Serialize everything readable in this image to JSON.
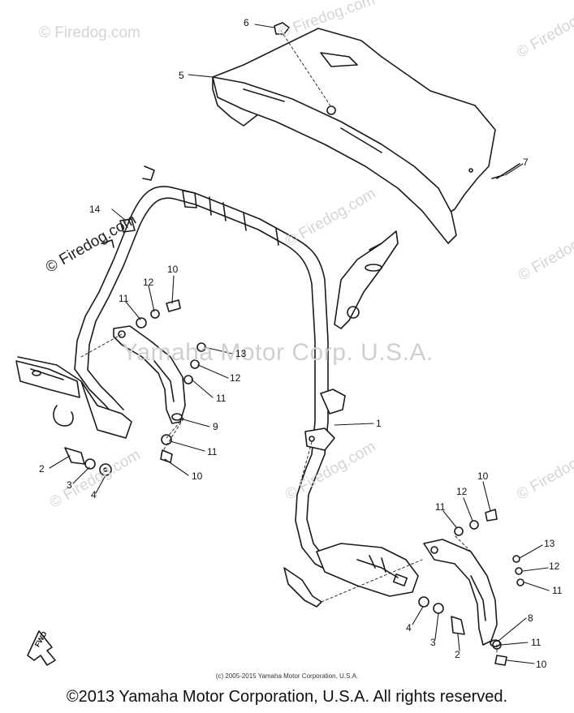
{
  "watermarks": {
    "site": "© Firedog.com",
    "center": "Yamaha Motor Corp. U.S.A."
  },
  "callouts": {
    "c1": "1",
    "c2a": "2",
    "c2b": "2",
    "c3a": "3",
    "c3b": "3",
    "c4a": "4",
    "c4b": "4",
    "c5": "5",
    "c6": "6",
    "c7": "7",
    "c8": "8",
    "c9": "9",
    "c10a": "10",
    "c10b": "10",
    "c10c": "10",
    "c10d": "10",
    "c11a": "11",
    "c11b": "11",
    "c11c": "11",
    "c11d": "11",
    "c11e": "11",
    "c11f": "11",
    "c12a": "12",
    "c12b": "12",
    "c12c": "12",
    "c12d": "12",
    "c13a": "13",
    "c13b": "13",
    "c14": "14"
  },
  "fwd_label": "FWD",
  "small_copyright": "(c) 2005-2015 Yamaha Motor Corporation, U.S.A.",
  "footer_copyright": "©2013 Yamaha Motor Corporation, U.S.A. All rights reserved."
}
